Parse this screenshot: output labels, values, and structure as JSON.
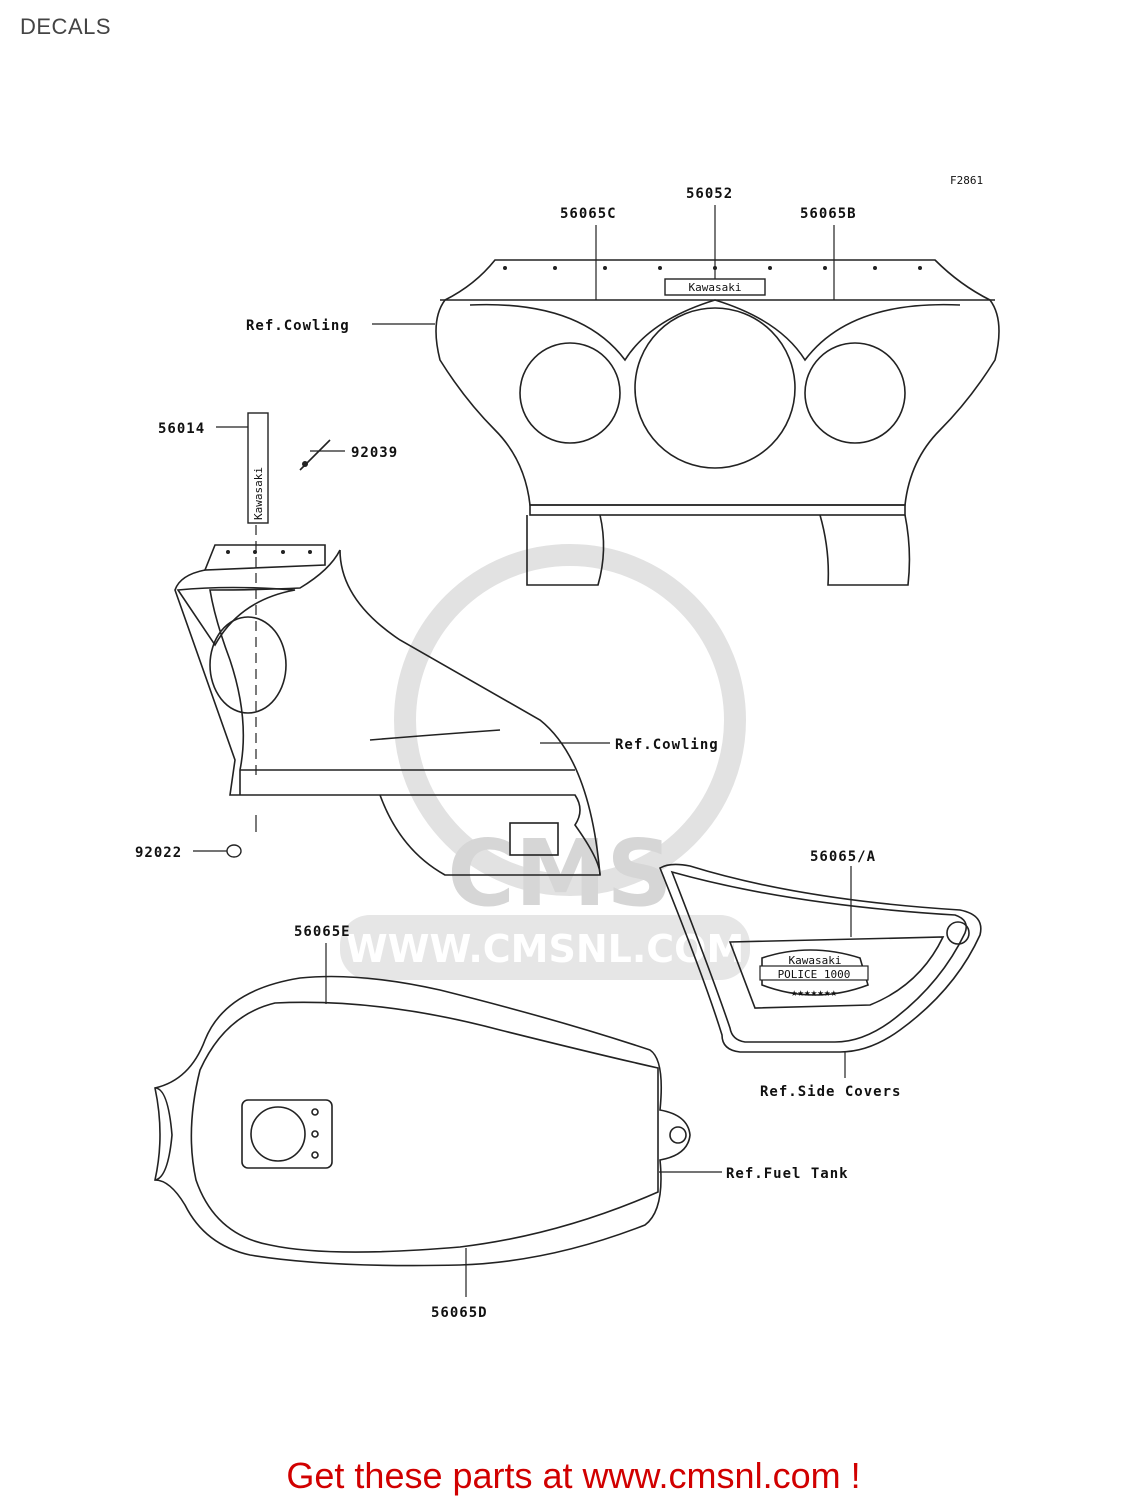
{
  "title": "DECALS",
  "figure_code": "F2861",
  "callouts": {
    "c56065C": "56065C",
    "c56052": "56052",
    "c56065B": "56065B",
    "ref_cowling_top": "Ref.Cowling",
    "c56014": "56014",
    "c92039": "92039",
    "ref_cowling_side": "Ref.Cowling",
    "c92022": "92022",
    "c56065A": "56065/A",
    "ref_side_covers": "Ref.Side Covers",
    "c56065E": "56065E",
    "ref_fuel_tank": "Ref.Fuel Tank",
    "c56065D": "56065D"
  },
  "decal_text": {
    "kawasaki": "Kawasaki",
    "police": "POLICE 1000",
    "stars": "★★★★★★★"
  },
  "watermark": {
    "brand": "CMS",
    "url": "WWW.CMSNL.COM"
  },
  "footer": "Get these parts at www.cmsnl.com !",
  "colors": {
    "footer": "#d10000",
    "lines": "#222222",
    "watermark": "#d6d6d6"
  }
}
